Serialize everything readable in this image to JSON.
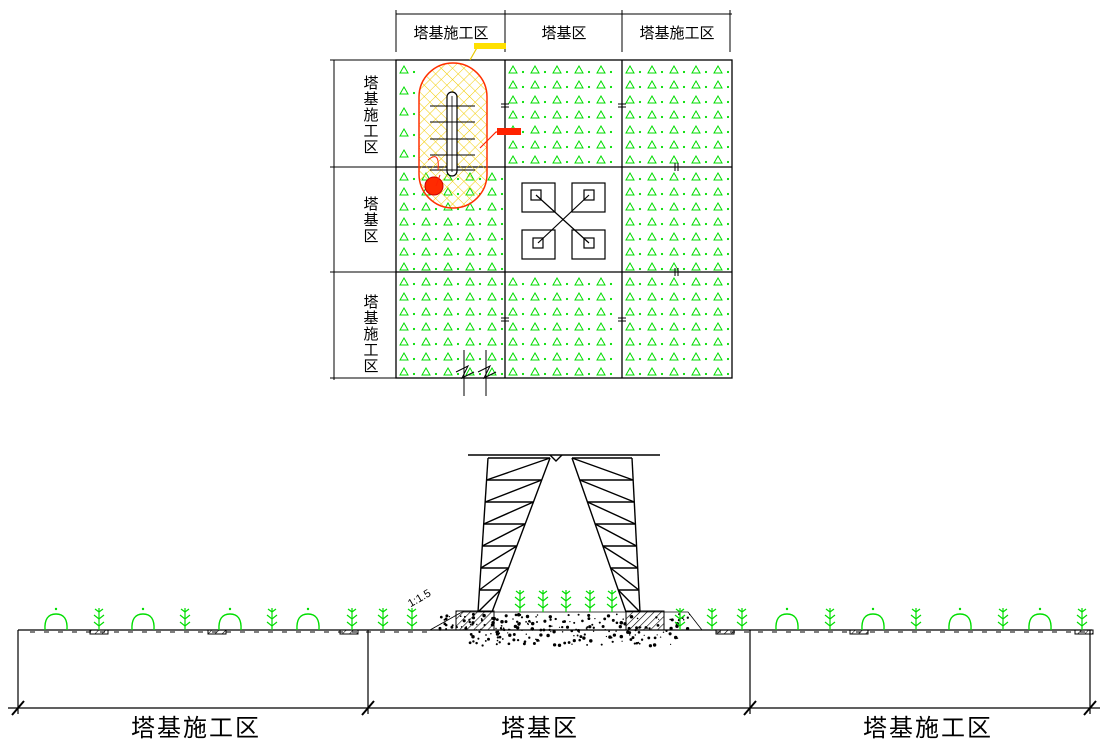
{
  "plan": {
    "columns": [
      "塔基施工区",
      "塔基区",
      "塔基施工区"
    ],
    "rows": [
      "塔基施工区",
      "塔基区",
      "塔基施工区"
    ]
  },
  "section": {
    "zones": [
      "塔基施工区",
      "塔基区",
      "塔基施工区"
    ],
    "slope_label": "1:1.5"
  },
  "colors": {
    "vegetation": "#00dd00",
    "hatch_yellow": "#ffe000",
    "outline_red": "#ff2200",
    "line": "#000000"
  },
  "icons": [
    "grass-plant-icon",
    "shrub-icon",
    "triangle-seedling-icon",
    "tower-footing-icon"
  ]
}
